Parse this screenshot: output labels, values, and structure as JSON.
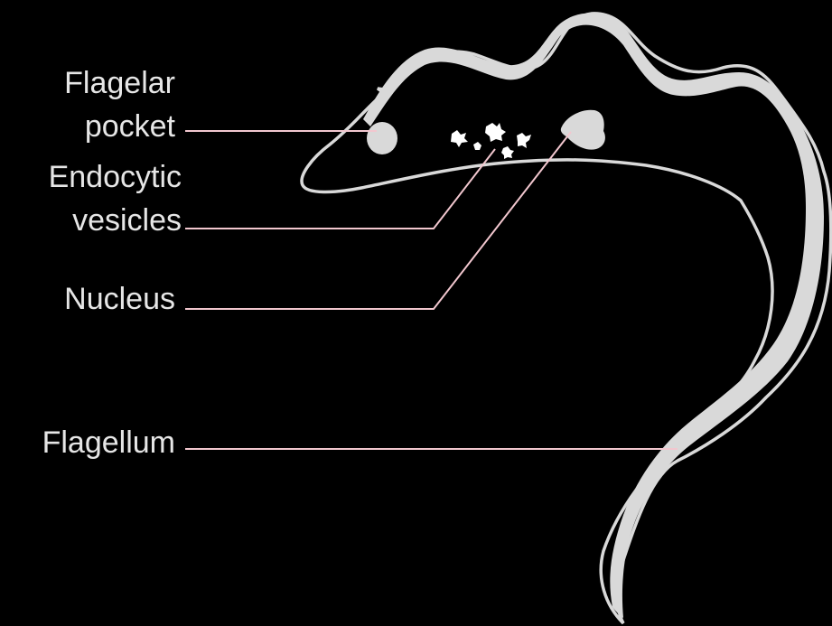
{
  "labels": {
    "flagellar_pocket": [
      "Flagelar",
      "pocket"
    ],
    "endocytic_vesicles": [
      "Endocytic",
      "vesicles"
    ],
    "nucleus": "Nucleus",
    "flagellum": "Flagellum"
  },
  "colors": {
    "background": "#000000",
    "cell_outline": "#d9d9d9",
    "label_text": "#e6e6e6",
    "leader_line": "#f2c7cf"
  }
}
